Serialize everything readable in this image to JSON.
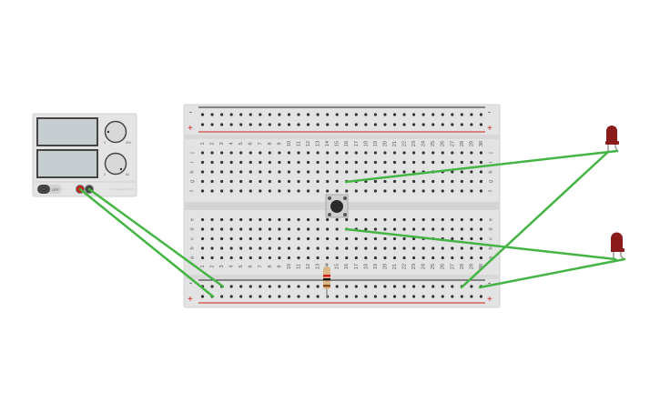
{
  "breadboard": {
    "columns": 30,
    "top_rows": [
      "j",
      "i",
      "h",
      "g",
      "f"
    ],
    "bottom_rows": [
      "e",
      "d",
      "c",
      "b",
      "a"
    ],
    "rail_minus": "-",
    "rail_plus": "+",
    "rail_minus_color": "#222222",
    "rail_plus_color": "#cc2222"
  },
  "power_supply": {
    "voltage_min": "0",
    "voltage_max": "30V",
    "current_min": "0",
    "current_max": "5A",
    "switch_label": "OFF",
    "brand": "VOLTAGE SUPPLY"
  },
  "components": {
    "led_color": "#8b1a1a",
    "wire_color": "#44b444",
    "resistor_bands": [
      "#d02020",
      "#111111",
      "#8b4a1a"
    ]
  }
}
